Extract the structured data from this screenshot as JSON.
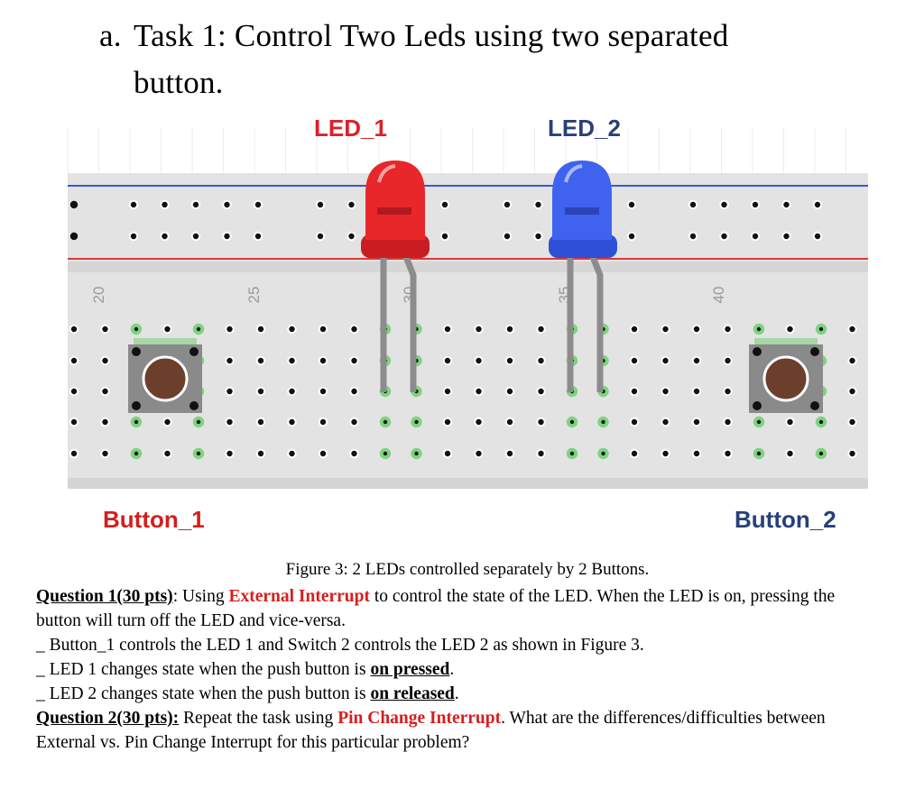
{
  "heading": {
    "number": "a.",
    "line1": "Task 1: Control Two Leds using two separated",
    "line2": "button."
  },
  "figure": {
    "led1_label": "LED_1",
    "led2_label": "LED_2",
    "button1_label": "Button_1",
    "button2_label": "Button_2",
    "column_numbers": [
      "20",
      "25",
      "30",
      "35",
      "40"
    ],
    "colors": {
      "led1": "#e8272b",
      "led2": "#3f63ef",
      "button1_label": "#d21f1f",
      "button2_label": "#26407a",
      "rail_red": "#d93a3a",
      "rail_blue": "#3b58d6",
      "board": "#e3e3e3"
    },
    "caption": "Figure 3: 2 LEDs controlled separately by 2 Buttons."
  },
  "q1": {
    "label": "Question 1(30 pts)",
    "text_a": ": Using ",
    "highlight": "External Interrupt",
    "text_b": " to control the state of the LED. When the LED is on, pressing the button will turn off the LED and vice-versa.",
    "bullet1": "_ Button_1 controls the LED 1 and Switch 2 controls the LED 2 as shown in Figure 3.",
    "bullet2_a": "_ LED 1 changes state when the push button is ",
    "bullet2_u": "on pressed",
    "bullet3_a": "_ LED 2 changes state when the push button is ",
    "bullet3_u": "on released",
    "period": "."
  },
  "q2": {
    "label": "Question 2(30 pts):",
    "text_a": " Repeat the task using ",
    "highlight": "Pin Change Interrupt",
    "text_b": ". What are the differences/difficulties between External vs. Pin Change Interrupt for this particular problem?"
  }
}
